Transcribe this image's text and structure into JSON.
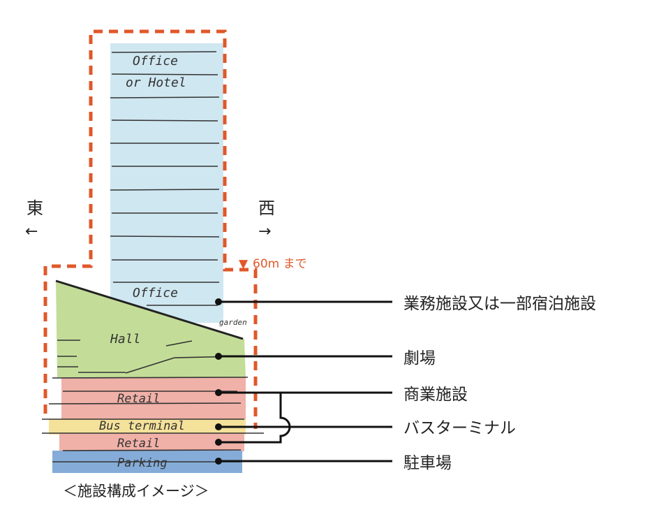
{
  "direction": {
    "east": {
      "label": "東",
      "arrow": "←"
    },
    "west": {
      "label": "西",
      "arrow": "→"
    }
  },
  "height_limit": {
    "marker": "▼",
    "text": "60m まで"
  },
  "sketch_labels": {
    "office_hotel_1": "Office",
    "office_hotel_2": "or Hotel",
    "office": "Office",
    "garden": "garden",
    "hall": "Hall",
    "retail_upper": "Retail",
    "bus_terminal": "Bus terminal",
    "retail_lower": "Retail",
    "parking": "Parking"
  },
  "legend": [
    {
      "label": "業務施設又は一部宿泊施設"
    },
    {
      "label": "劇場"
    },
    {
      "label": "商業施設"
    },
    {
      "label": "バスターミナル"
    },
    {
      "label": "駐車場"
    }
  ],
  "caption": "＜施設構成イメージ＞",
  "colors": {
    "accent": "#e0582a",
    "office": "#bfe0ee",
    "hall": "#bcd98f",
    "retail": "#eda49c",
    "bus": "#f3df8a",
    "parking": "#6f9fd1"
  }
}
